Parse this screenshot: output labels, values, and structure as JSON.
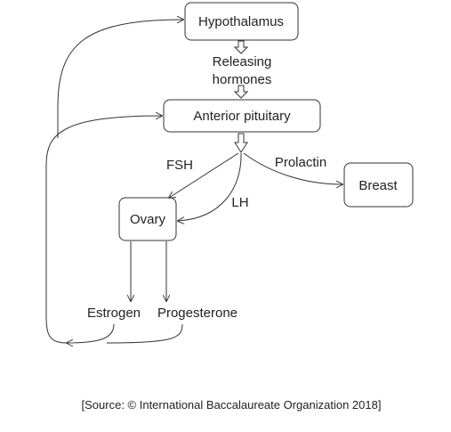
{
  "nodes": {
    "hypothalamus": "Hypothalamus",
    "releasing_line1": "Releasing",
    "releasing_line2": "hormones",
    "anterior_pituitary": "Anterior pituitary",
    "breast": "Breast",
    "ovary": "Ovary",
    "estrogen": "Estrogen",
    "progesterone": "Progesterone"
  },
  "edge_labels": {
    "fsh": "FSH",
    "lh": "LH",
    "prolactin": "Prolactin"
  },
  "source": "[Source: © International Baccalaureate Organization 2018]",
  "colors": {
    "stroke": "#333333",
    "text": "#222222"
  }
}
